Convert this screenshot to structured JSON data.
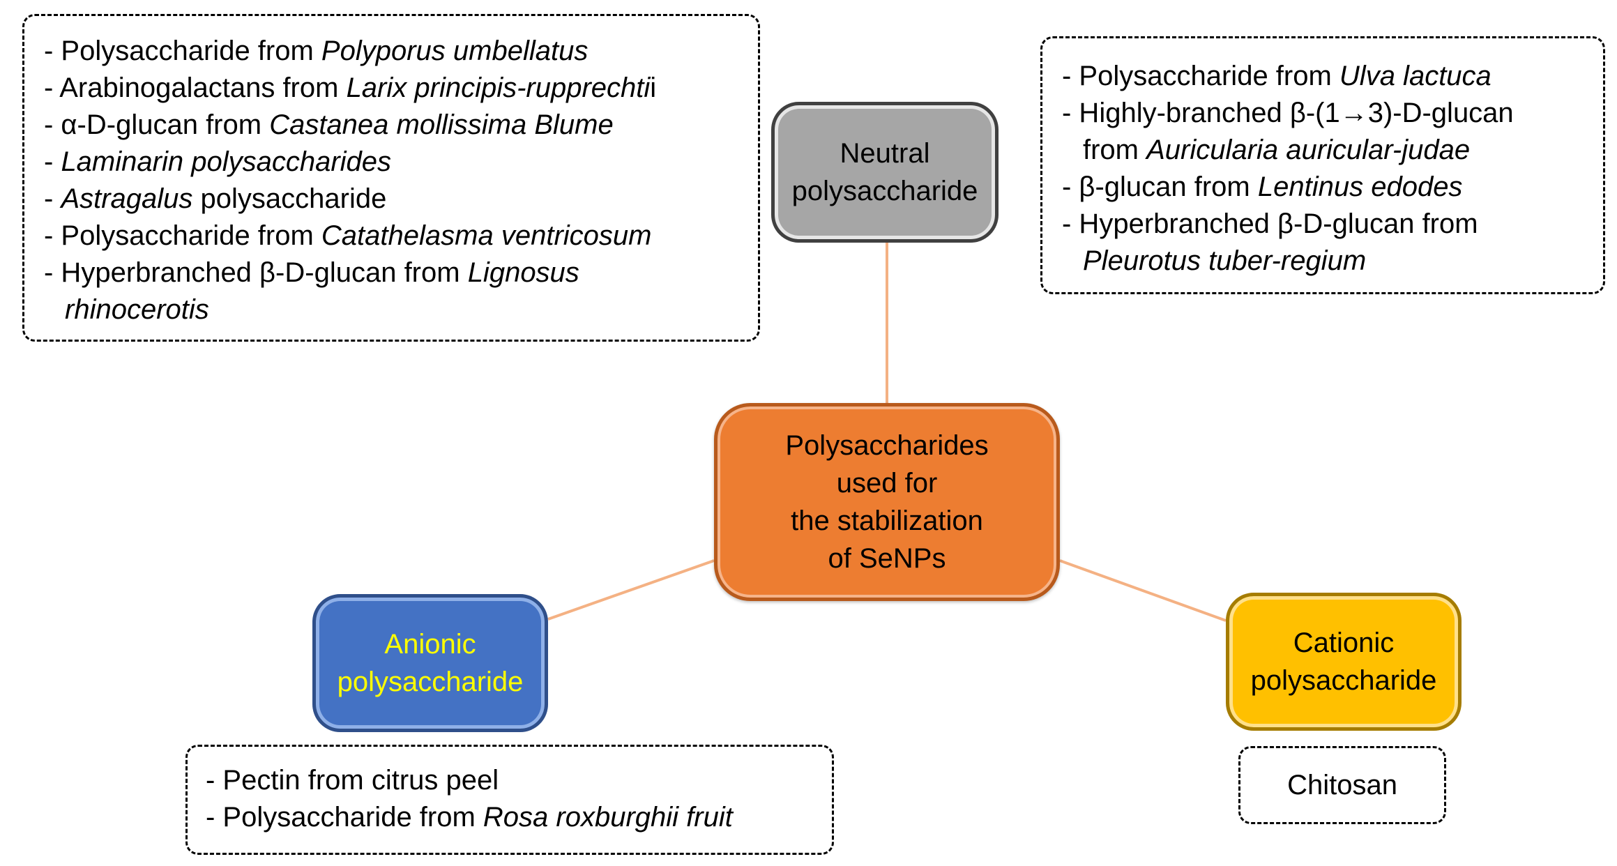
{
  "center_node": {
    "label": "Polysaccharides\nused for\nthe stabilization\nof SeNPs"
  },
  "neutral": {
    "label": "Neutral\npolysaccharide",
    "examples_left": [
      [
        {
          "t": "- Polysaccharide from "
        },
        {
          "t": "Polyporus umbellatus",
          "i": true
        }
      ],
      [
        {
          "t": "- Arabinogalactans from "
        },
        {
          "t": "Larix principis-rupprechti",
          "i": true
        },
        {
          "t": "i"
        }
      ],
      [
        {
          "t": "- α-D-glucan from "
        },
        {
          "t": "Castanea mollissima Blume",
          "i": true
        }
      ],
      [
        {
          "t": "- "
        },
        {
          "t": "Laminarin polysaccharides",
          "i": true
        }
      ],
      [
        {
          "t": "- "
        },
        {
          "t": "Astragalus",
          "i": true
        },
        {
          "t": " polysaccharide"
        }
      ],
      [
        {
          "t": "- Polysaccharide from "
        },
        {
          "t": "Catathelasma ventricosum",
          "i": true
        }
      ],
      [
        {
          "t": "- Hyperbranched β-D-glucan from "
        },
        {
          "t": "Lignosus",
          "i": true
        }
      ],
      [
        {
          "t": "rhinocerotis",
          "i": true
        }
      ]
    ],
    "examples_right": [
      [
        {
          "t": "- Polysaccharide from "
        },
        {
          "t": "Ulva lactuca",
          "i": true
        }
      ],
      [
        {
          "t": "- Highly-branched β-(1→3)-D-glucan"
        }
      ],
      [
        {
          "t": "from "
        },
        {
          "t": "Auricularia auricular-judae",
          "i": true
        }
      ],
      [
        {
          "t": "- β-glucan from "
        },
        {
          "t": "Lentinus edodes",
          "i": true
        }
      ],
      [
        {
          "t": "- Hyperbranched β-D-glucan from"
        }
      ],
      [
        {
          "t": "Pleurotus tuber-regium",
          "i": true
        }
      ]
    ]
  },
  "anionic": {
    "label": "Anionic\npolysaccharide",
    "examples": [
      [
        {
          "t": "- Pectin from citrus peel"
        }
      ],
      [
        {
          "t": "- Polysaccharide from "
        },
        {
          "t": "Rosa roxburghii fruit",
          "i": true
        }
      ]
    ]
  },
  "cationic": {
    "label": "Cationic\npolysaccharide",
    "examples": [
      [
        {
          "t": "Chitosan"
        }
      ]
    ]
  },
  "colors": {
    "center": "#ed7d31",
    "neutral": "#a6a6a6",
    "anionic": "#4472c4",
    "anionic_text": "#ffff00",
    "cationic": "#ffc000",
    "connector": "#f4b183"
  }
}
